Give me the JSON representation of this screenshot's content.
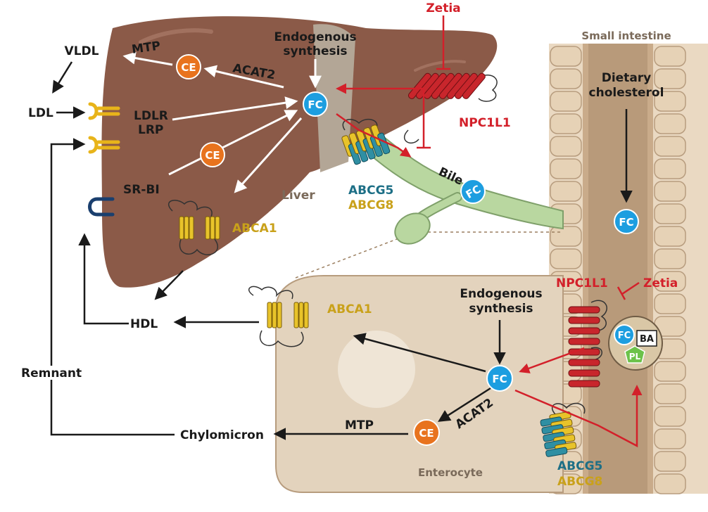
{
  "labels": {
    "vldl": "VLDL",
    "ldl": "LDL",
    "mtp_liver": "MTP",
    "acat2_liver": "ACAT2",
    "ldlr": "LDLR",
    "lrp": "LRP",
    "srbi": "SR-BI",
    "endo_liver_1": "Endogenous",
    "endo_liver_2": "synthesis",
    "zetia_top": "Zetia",
    "npc1l1_top": "NPC1L1",
    "small_intestine": "Small intestine",
    "dietary_1": "Dietary",
    "dietary_2": "cholesterol",
    "liver": "Liver",
    "abcg5_top": "ABCG5",
    "abcg8_top": "ABCG8",
    "abca1_top": "ABCA1",
    "bile": "Bile",
    "hdl": "HDL",
    "abca1_bottom": "ABCA1",
    "endo_ent_1": "Endogenous",
    "endo_ent_2": "synthesis",
    "npc1l1_bottom": "NPC1L1",
    "zetia_bottom": "Zetia",
    "remnant": "Remnant",
    "mtp_ent": "MTP",
    "acat2_ent": "ACAT2",
    "chylomicron": "Chylomicron",
    "enterocyte": "Enterocyte",
    "abcg5_bottom": "ABCG5",
    "abcg8_bottom": "ABCG8"
  },
  "molecules": {
    "fc": "FC",
    "ce": "CE",
    "ba": "BA",
    "pl": "PL"
  },
  "colors": {
    "liver": "#8b5a48",
    "fc": "#1d9ee0",
    "ce": "#e8731e",
    "red": "#d3202a",
    "gold": "#c9a11a",
    "teal": "#1d6f86",
    "bile": "#b9d7a0",
    "intestine": "#d6bfa2",
    "enterocyte": "#e3d3bd"
  }
}
